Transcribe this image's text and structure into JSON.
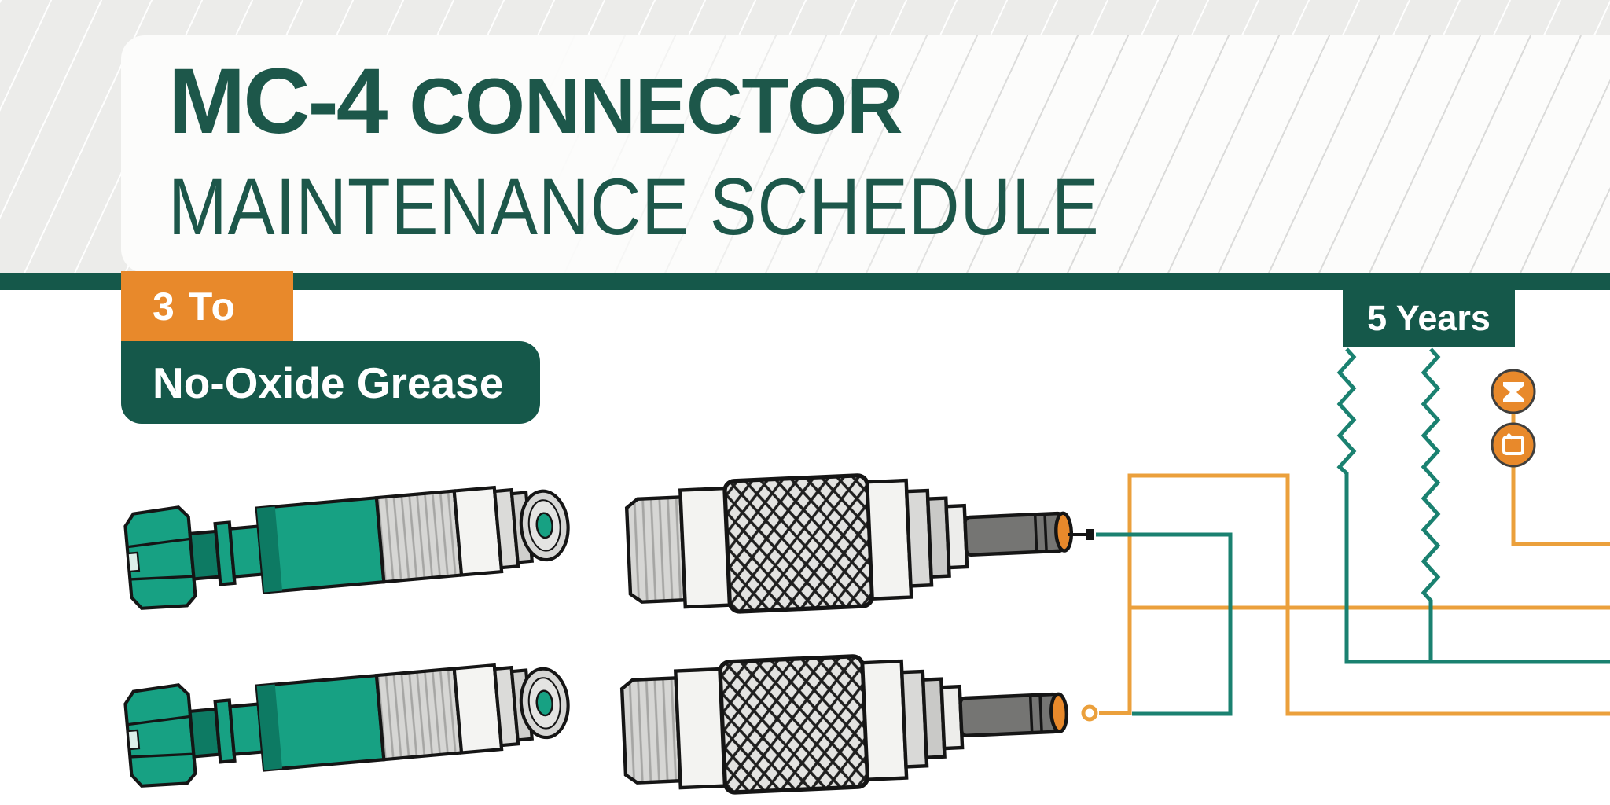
{
  "colors": {
    "page_bg": "#FFFFFF",
    "band_bg": "#ECECEA",
    "card_bg": "#FCFCFB",
    "title_green": "#1D574A",
    "dark_green": "#15584A",
    "orange": "#E8892B",
    "orange_line": "#EBA03C",
    "teal_line": "#1A8170",
    "connector_green": "#17A183",
    "connector_green_dark": "#0D7A63",
    "outline_black": "#151515"
  },
  "header": {
    "title_bold": "MC-4",
    "title_rest": "CONNECTOR",
    "subtitle": "MAINTENANCE SCHEDULE"
  },
  "badges": {
    "interval": "3 To",
    "grease": "No-Oxide Grease",
    "years": "5 Years"
  },
  "icons": {
    "icon1": "hourglass-icon",
    "icon2": "grease-tin-icon"
  },
  "connectors": {
    "female": "mc4-female-connector",
    "male": "mc4-male-connector"
  }
}
